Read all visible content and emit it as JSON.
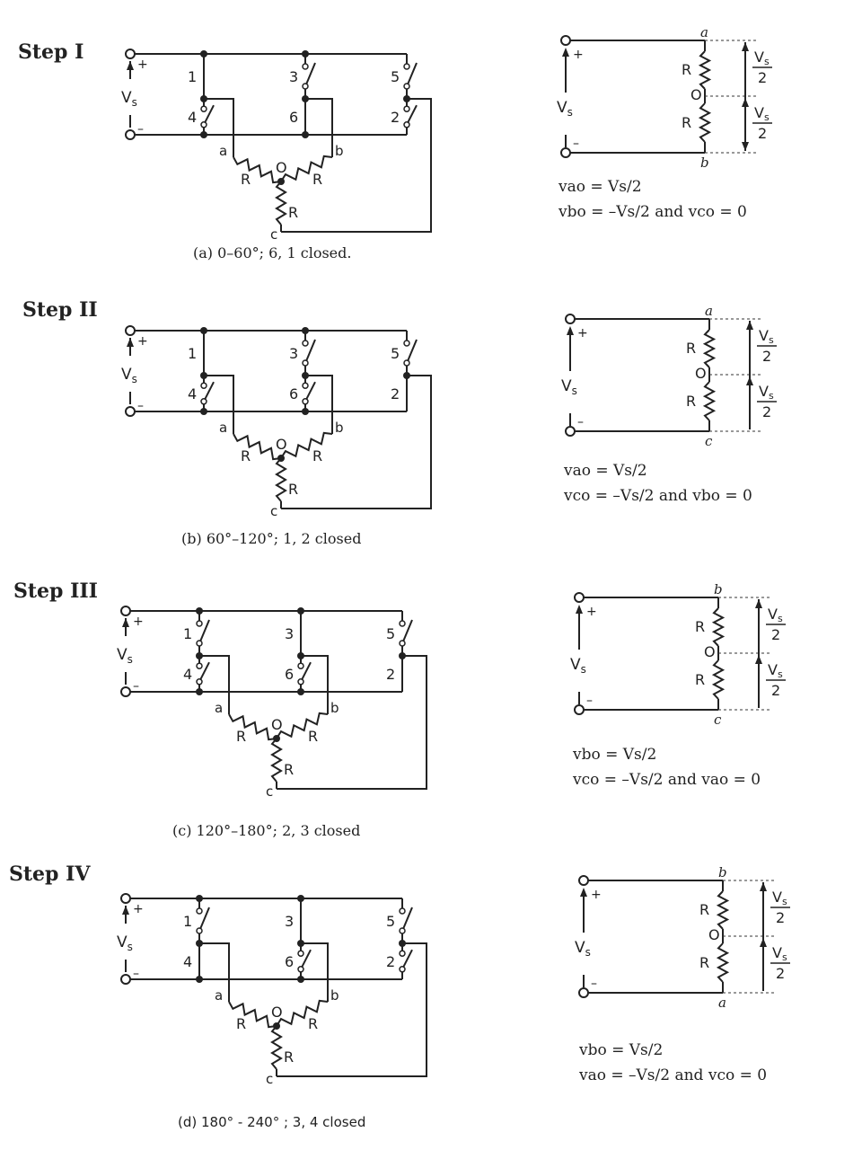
{
  "steps": [
    {
      "title": "Step I",
      "caption": "(a) 0–60°; 6, 1 closed.",
      "closed_switches": [
        1,
        6
      ],
      "switch_labels": [
        "1",
        "3",
        "5",
        "4",
        "6",
        "2"
      ],
      "source": {
        "label": "Vs",
        "plus": "+",
        "minus": "–"
      },
      "load_labels": {
        "a": "a",
        "b": "b",
        "c": "c",
        "o": "O",
        "r": "R"
      },
      "equivalent": {
        "top_node": "a",
        "bottom_node": "b",
        "mid_node": "O",
        "resistor": "R",
        "half_voltage": "Vs/2"
      },
      "equations": [
        "vao = Vs/2",
        "vbo = –Vs/2 and vco = 0"
      ]
    },
    {
      "title": "Step II",
      "caption": "(b) 60°–120°; 1, 2 closed",
      "closed_switches": [
        1,
        2
      ],
      "switch_labels": [
        "1",
        "3",
        "5",
        "4",
        "6",
        "2"
      ],
      "source": {
        "label": "Vs",
        "plus": "+",
        "minus": "–"
      },
      "load_labels": {
        "a": "a",
        "b": "b",
        "c": "c",
        "o": "O",
        "r": "R"
      },
      "equivalent": {
        "top_node": "a",
        "bottom_node": "c",
        "mid_node": "O",
        "resistor": "R",
        "half_voltage": "Vs/2"
      },
      "equations": [
        "vao = Vs/2",
        "vco = –Vs/2 and vbo = 0"
      ]
    },
    {
      "title": "Step III",
      "caption": "(c) 120°–180°; 2, 3 closed",
      "closed_switches": [
        2,
        3
      ],
      "switch_labels": [
        "1",
        "3",
        "5",
        "4",
        "6",
        "2"
      ],
      "source": {
        "label": "Vs",
        "plus": "+",
        "minus": "–"
      },
      "load_labels": {
        "a": "a",
        "b": "b",
        "c": "c",
        "o": "O",
        "r": "R"
      },
      "equivalent": {
        "top_node": "b",
        "bottom_node": "c",
        "mid_node": "O",
        "resistor": "R",
        "half_voltage": "Vs/2"
      },
      "equations": [
        "vbo = Vs/2",
        "vco = –Vs/2 and vao = 0"
      ]
    },
    {
      "title": "Step IV",
      "caption": "(d) 180° - 240° ; 3, 4 closed",
      "closed_switches": [
        3,
        4
      ],
      "switch_labels": [
        "1",
        "3",
        "5",
        "4",
        "6",
        "2"
      ],
      "source": {
        "label": "Vs",
        "plus": "+",
        "minus": "–"
      },
      "load_labels": {
        "a": "a",
        "b": "b",
        "c": "c",
        "o": "O",
        "r": "R"
      },
      "equivalent": {
        "top_node": "b",
        "bottom_node": "a",
        "mid_node": "O",
        "resistor": "R",
        "half_voltage": "Vs/2"
      },
      "equations": [
        "vbo = Vs/2",
        "vao = –Vs/2 and vco = 0"
      ]
    }
  ]
}
